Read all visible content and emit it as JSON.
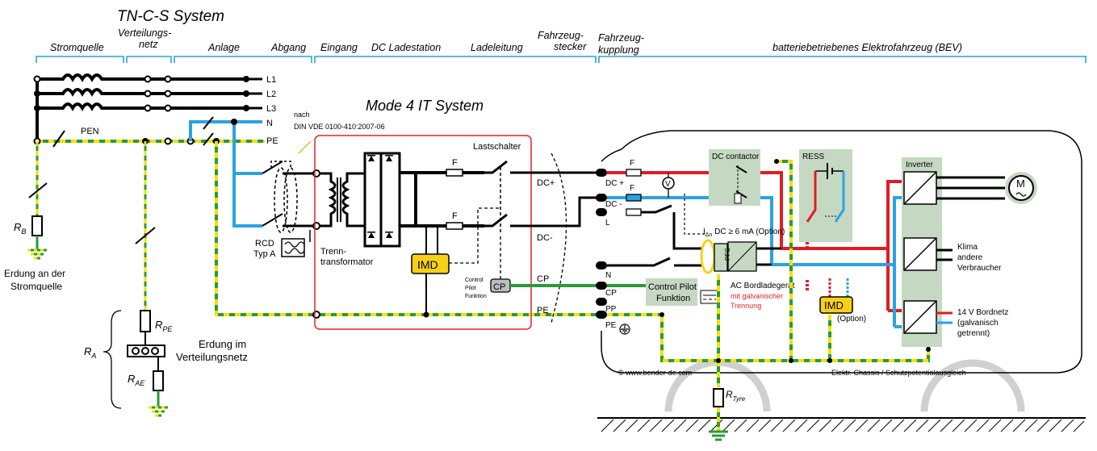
{
  "title": "TN-C-S System",
  "mode_title": "Mode 4   IT System",
  "colors": {
    "phase": "#000000",
    "neutral": "#29a3e0",
    "pe_green": "#2a9a3a",
    "pe_yellow": "#f2e200",
    "dc_plus": "#e21b23",
    "dc_minus": "#29a3e0",
    "cp": "#2a9a3a",
    "box_fill": "#c5d9c2",
    "imd_fill": "#f7d117",
    "mode4_border": "#e0242b",
    "bracket": "#29a3e0"
  },
  "sections": [
    {
      "id": "stromquelle",
      "label": "Stromquelle"
    },
    {
      "id": "verteilungsnetz",
      "label": "Verteilungs-\nnetz"
    },
    {
      "id": "anlage",
      "label": "Anlage"
    },
    {
      "id": "abgang",
      "label": "Abgang"
    },
    {
      "id": "eingang",
      "label": "Eingang"
    },
    {
      "id": "dc_ladestation",
      "label": "DC Ladestation"
    },
    {
      "id": "ladeleitung",
      "label": "Ladeleitung"
    },
    {
      "id": "fahrzeugstecker",
      "label": "Fahrzeug-\nstecker"
    },
    {
      "id": "fahrzeugkupplung",
      "label": "Fahrzeug-\nkupplung"
    },
    {
      "id": "bev",
      "label": "batteriebetriebenes Elektrofahrzeug (BEV)"
    }
  ],
  "conductors": {
    "l1": "L1",
    "l2": "L2",
    "l3": "L3",
    "n": "N",
    "pe": "PE",
    "pen": "PEN"
  },
  "labels": {
    "nach_line1": "nach",
    "nach_line2": "DIN VDE 0100-410:2007-06",
    "rcd_line1": "RCD",
    "rcd_line2": "Typ A",
    "trenn_line1": "Trenn-",
    "trenn_line2": "transformator",
    "lastschalter": "Lastschalter",
    "fuse": "F",
    "imd": "IMD",
    "cp_box": "CP",
    "control_pilot_small_1": "Control",
    "control_pilot_small_2": "Pilot",
    "control_pilot_small_3": "Funktion",
    "dc_plus": "DC+",
    "dc_minus": "DC-",
    "cp": "CP",
    "pe": "PE",
    "rb_main": "R",
    "rb_sub": "B",
    "rpe_main": "R",
    "rpe_sub": "PE",
    "ra_main": "R",
    "ra_sub": "A",
    "rae_main": "R",
    "rae_sub": "AE",
    "erdung_quelle_1": "Erdung an der",
    "erdung_quelle_2": "Stromquelle",
    "erdung_netz_1": "Erdung im",
    "erdung_netz_2": "Verteilungsnetz",
    "coupler_dc_plus": "DC +",
    "coupler_dc_minus": "DC -",
    "coupler_l": "L",
    "coupler_n": "N",
    "coupler_cp": "CP",
    "coupler_pp": "PP",
    "coupler_pe": "PE",
    "dc_contactor": "DC contactor",
    "ress": "RESS",
    "inverter": "Inverter",
    "motor": "M",
    "idn_main": "I",
    "idn_sub": "Δn",
    "idn_rest": " DC ≥ 6 mA (Option)",
    "pfc": "PFC",
    "control_pilot_box_1": "Control Pilot",
    "control_pilot_box_2": "Funktion",
    "bordlader_1": "AC Bordladegerät",
    "bordlader_2": "mit galvanischer",
    "bordlader_3": "Trennung",
    "imd_vehicle": "IMD",
    "option": "(Option)",
    "klima_1": "Klima",
    "klima_2": "andere",
    "klima_3": "Verbraucher",
    "bordnetz_1": "14 V Bordnetz",
    "bordnetz_2": "(galvanisch",
    "bordnetz_3": "getrennt)",
    "copyright": "© www.bender-de.com",
    "chassis": "Elektr. Chassis / Schutzpotentialausgleich",
    "rtyre_main": "R",
    "rtyre_sub": "Tyre",
    "voltmeter": "V"
  }
}
